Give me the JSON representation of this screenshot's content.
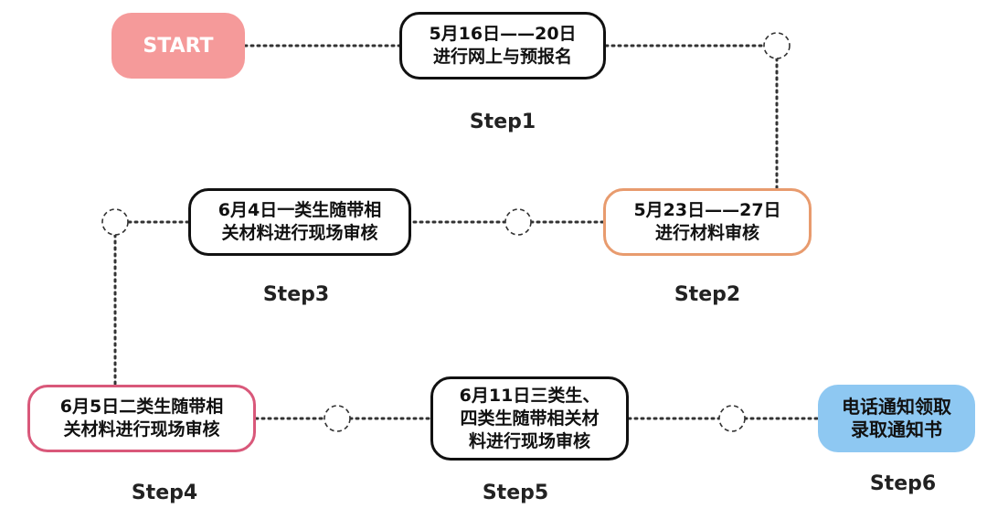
{
  "flow": {
    "nodes": [
      {
        "id": "start",
        "text": "START",
        "style": "filled",
        "color": "#F59A9A",
        "text_color": "#FFFFFF"
      },
      {
        "id": "step1",
        "text": "5月16日——20日\n进行网上与预报名",
        "style": "outlined",
        "color": "#111111"
      },
      {
        "id": "step2",
        "text": "5月23日——27日\n进行材料审核",
        "style": "outlined",
        "color": "#E89B6E"
      },
      {
        "id": "step3",
        "text": "6月4日一类生随带相\n关材料进行现场审核",
        "style": "outlined",
        "color": "#111111"
      },
      {
        "id": "step4",
        "text": "6月5日二类生随带相\n关材料进行现场审核",
        "style": "outlined",
        "color": "#D9587A"
      },
      {
        "id": "step5",
        "text": "6月11日三类生、\n四类生随带相关材\n料进行现场审核",
        "style": "outlined",
        "color": "#111111"
      },
      {
        "id": "step6",
        "text": "电话通知领取\n录取通知书",
        "style": "filled",
        "color": "#8EC8F2",
        "text_color": "#111111"
      }
    ],
    "step_labels": [
      "Step1",
      "Step2",
      "Step3",
      "Step4",
      "Step5",
      "Step6"
    ],
    "connector": {
      "line_style": "dotted",
      "color": "#333333",
      "junction_marker": "dashed-circle"
    }
  }
}
